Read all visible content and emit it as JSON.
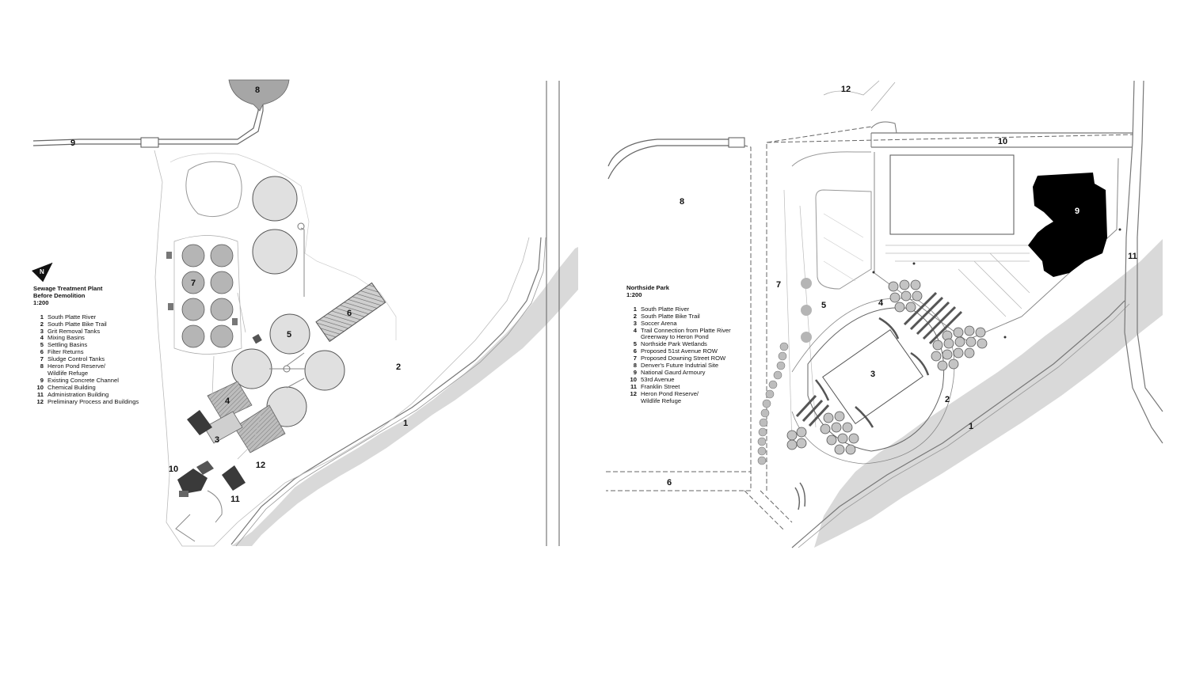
{
  "left_plan": {
    "title_line1": "Sewage Treatment Plant",
    "title_line2": "Before Demolition",
    "scale": "1:200",
    "north_label": "N",
    "legend": [
      {
        "num": "1",
        "text": "South Platte River"
      },
      {
        "num": "2",
        "text": "South Platte Bike Trail"
      },
      {
        "num": "3",
        "text": "Grit Removal Tanks"
      },
      {
        "num": "4",
        "text": "Mixing Basins"
      },
      {
        "num": "5",
        "text": "Settling Basins"
      },
      {
        "num": "6",
        "text": "Filter Returns"
      },
      {
        "num": "7",
        "text": "Sludge Control Tanks"
      },
      {
        "num": "8",
        "text": "Heron Pond Reserve/\nWildlife Refuge"
      },
      {
        "num": "9",
        "text": "Existing Concrete Channel"
      },
      {
        "num": "10",
        "text": "Chemical Building"
      },
      {
        "num": "11",
        "text": "Administration Building"
      },
      {
        "num": "12",
        "text": "Preliminary Process and Buildings"
      }
    ],
    "map_labels": {
      "l1": "1",
      "l2": "2",
      "l3": "3",
      "l4": "4",
      "l5": "5",
      "l6": "6",
      "l7": "7",
      "l8": "8",
      "l9": "9",
      "l10": "10",
      "l11": "11",
      "l12": "12"
    }
  },
  "right_plan": {
    "title_line1": "Northside Park",
    "scale": "1:200",
    "legend": [
      {
        "num": "1",
        "text": "South Platte River"
      },
      {
        "num": "2",
        "text": "South Platte Bike Trail"
      },
      {
        "num": "3",
        "text": "Soccer Arena"
      },
      {
        "num": "4",
        "text": "Trail Connection from Platte River\nGreenway to Heron Pond"
      },
      {
        "num": "5",
        "text": "Northside Park Wetlands"
      },
      {
        "num": "6",
        "text": "Proposed 51st Avenue ROW"
      },
      {
        "num": "7",
        "text": "Proposed Downing Street ROW"
      },
      {
        "num": "8",
        "text": "Denver's Future Indutrial Site"
      },
      {
        "num": "9",
        "text": "National Gaurd Armoury"
      },
      {
        "num": "10",
        "text": "53rd Avenue"
      },
      {
        "num": "11",
        "text": "Franklin Street"
      },
      {
        "num": "12",
        "text": "Heron Pond Reserve/\nWildlife Refuge"
      }
    ],
    "map_labels": {
      "r1": "1",
      "r2": "2",
      "r3": "3",
      "r4": "4",
      "r5": "5",
      "r6": "6",
      "r7": "7",
      "r8": "8",
      "r9": "9",
      "r10": "10",
      "r11": "11",
      "r12": "12"
    }
  },
  "colors": {
    "river": "#d9d9d9",
    "tank_light": "#e0e0e0",
    "tank_mid": "#b3b3b3",
    "building_dark": "#3a3a3a",
    "armoury": "#000000",
    "line": "#555555"
  }
}
